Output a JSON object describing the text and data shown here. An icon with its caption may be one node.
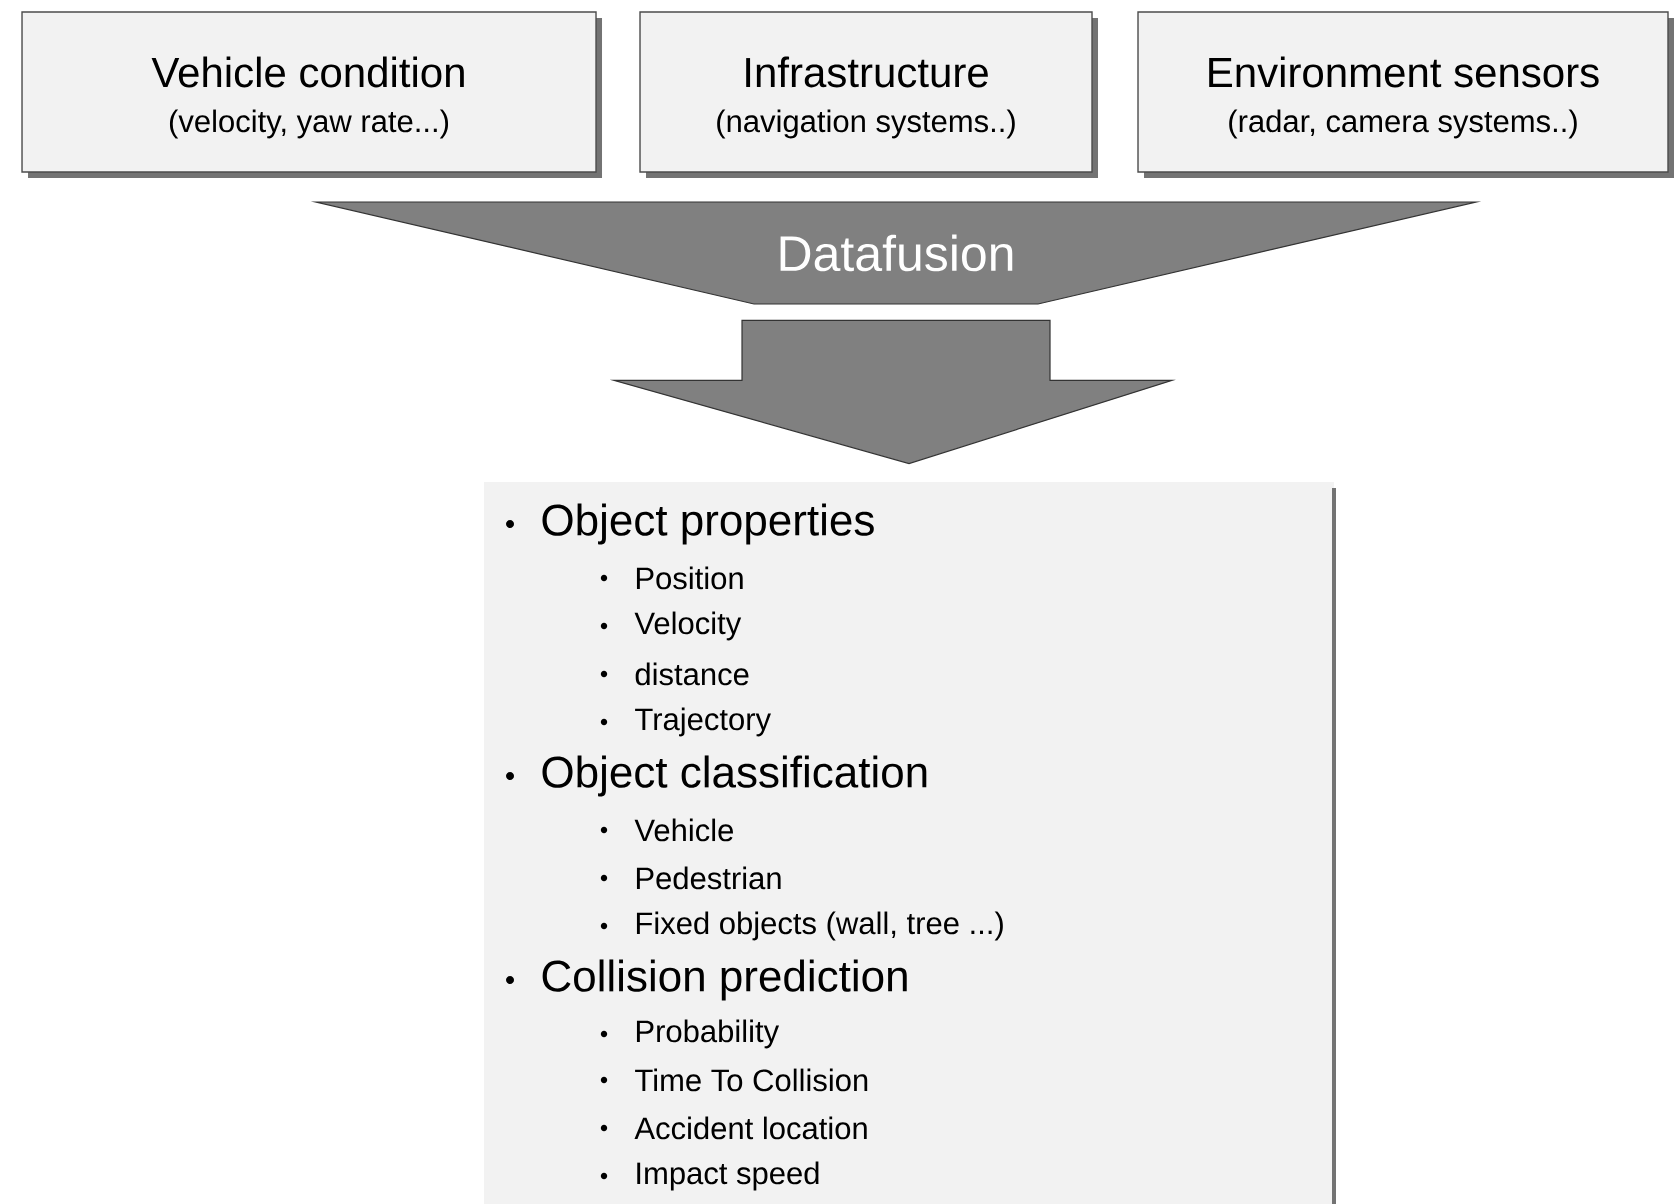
{
  "diagram": {
    "nodes": [
      {
        "text": [
          "Vehicle condition",
          "(velocity, yaw rate...)"
        ]
      },
      {
        "text": [
          "Infrastructure",
          "(navigation systems..)"
        ]
      },
      {
        "text": [
          "Environment sensors",
          "(radar, camera systems..)"
        ]
      },
      {
        "text": [
          "Datafusion"
        ]
      },
      {
        "text": [
          "Object properties",
          "Position",
          "Velocity",
          "distance",
          "Trajectory",
          "Object classification",
          "Vehicle",
          "Pedestrian",
          "Fixed objects (wall, tree ...)",
          "Collision prediction",
          "Probability",
          "Time To Collision",
          "Accident location",
          "Impact speed"
        ]
      }
    ],
    "edges": [
      {
        "from": 3,
        "to": 4,
        "arrow": "to"
      }
    ]
  }
}
